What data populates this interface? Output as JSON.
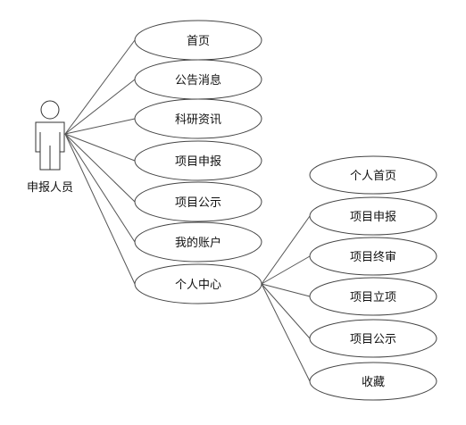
{
  "actor": {
    "label": "申报人员"
  },
  "main_use_cases": [
    {
      "id": "homepage",
      "label": "首页"
    },
    {
      "id": "announcements",
      "label": "公告消息"
    },
    {
      "id": "research-news",
      "label": "科研资讯"
    },
    {
      "id": "project-apply",
      "label": "项目申报"
    },
    {
      "id": "project-publicity",
      "label": "项目公示"
    },
    {
      "id": "my-account",
      "label": "我的账户"
    },
    {
      "id": "personal-center",
      "label": "个人中心"
    }
  ],
  "sub_use_cases": [
    {
      "id": "personal-home",
      "label": "个人首页"
    },
    {
      "id": "sub-project-apply",
      "label": "项目申报"
    },
    {
      "id": "final-review",
      "label": "项目终审"
    },
    {
      "id": "project-approval",
      "label": "项目立项"
    },
    {
      "id": "sub-project-publicity",
      "label": "项目公示"
    },
    {
      "id": "favorites",
      "label": "收藏"
    }
  ]
}
